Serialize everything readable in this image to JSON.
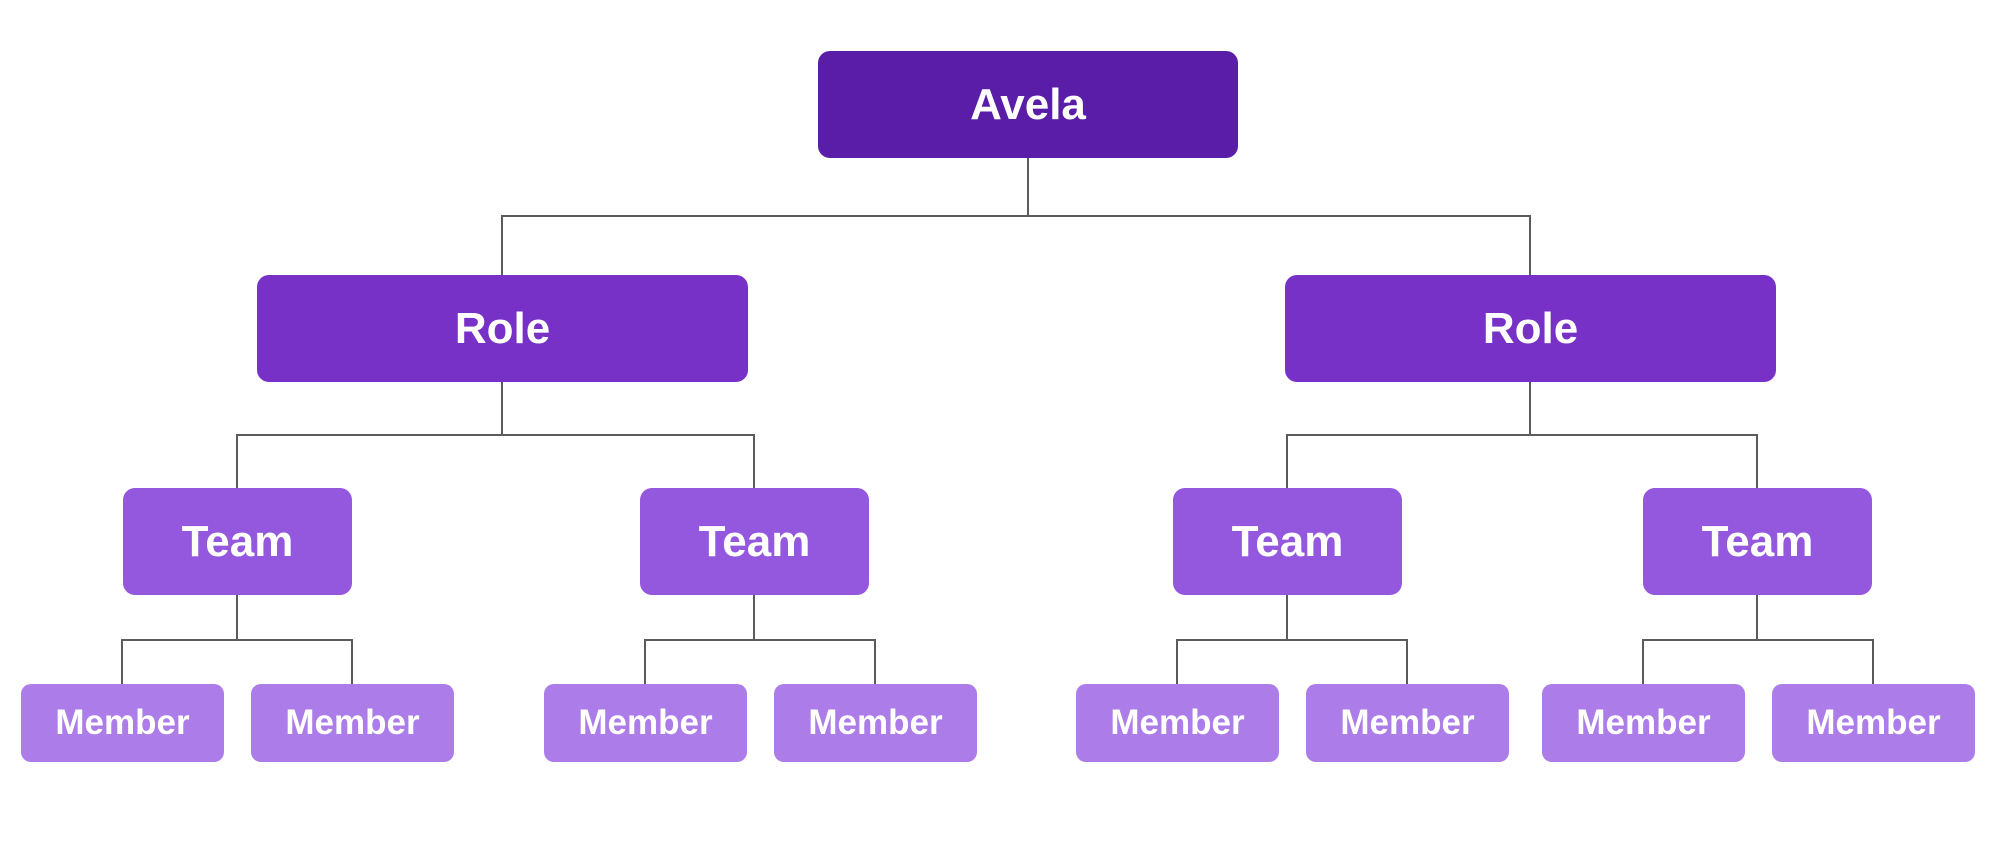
{
  "diagram": {
    "colors": {
      "root": "#5a1da8",
      "role": "#7731c7",
      "team": "#9358dd",
      "member": "#ac7ce8",
      "connector": "#5b5b5b",
      "text": "#ffffff"
    },
    "root": {
      "label": "Avela"
    },
    "roles": [
      {
        "label": "Role",
        "teams": [
          {
            "label": "Team",
            "members": [
              {
                "label": "Member"
              },
              {
                "label": "Member"
              }
            ]
          },
          {
            "label": "Team",
            "members": [
              {
                "label": "Member"
              },
              {
                "label": "Member"
              }
            ]
          }
        ]
      },
      {
        "label": "Role",
        "teams": [
          {
            "label": "Team",
            "members": [
              {
                "label": "Member"
              },
              {
                "label": "Member"
              }
            ]
          },
          {
            "label": "Team",
            "members": [
              {
                "label": "Member"
              },
              {
                "label": "Member"
              }
            ]
          }
        ]
      }
    ]
  }
}
